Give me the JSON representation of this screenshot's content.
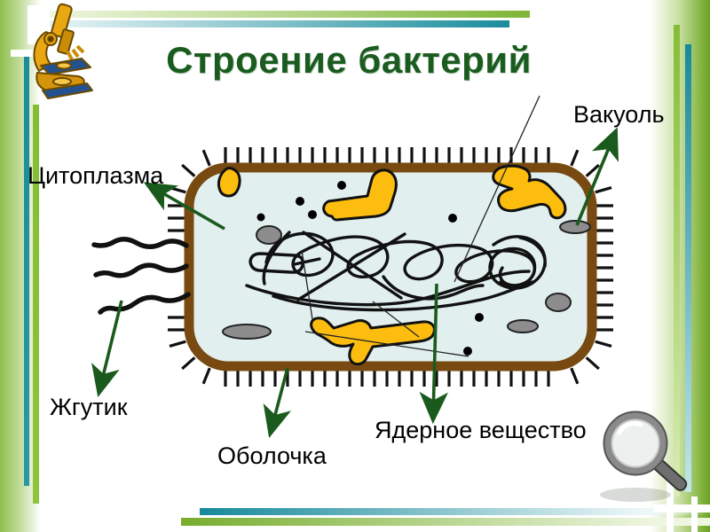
{
  "slide": {
    "title": "Строение бактерий",
    "title_color": "#1a5c20"
  },
  "diagram": {
    "type": "labeled-biology-diagram",
    "subject": "бактерия",
    "labels": {
      "vacuole": "Вакуоль",
      "cytoplasm": "Цитоплазма",
      "flagellum": "Жгутик",
      "membrane": "Оболочка",
      "nuclear_material": "Ядерное вещество"
    },
    "colors": {
      "cell_wall": "#784a12",
      "cytoplasm_fill": "#e2efef",
      "inclusion_yellow": "#fcbd0f",
      "organelle_gray": "#8d8d8d",
      "pointer_arrow_green": "#1b5a1d",
      "ink_black": "#111111"
    }
  },
  "decor": {
    "accent_green": "#7fb537",
    "accent_teal": "#1a8c9c",
    "icons": {
      "top_left": "microscope-icon",
      "bottom_right": "magnifier-icon"
    }
  }
}
